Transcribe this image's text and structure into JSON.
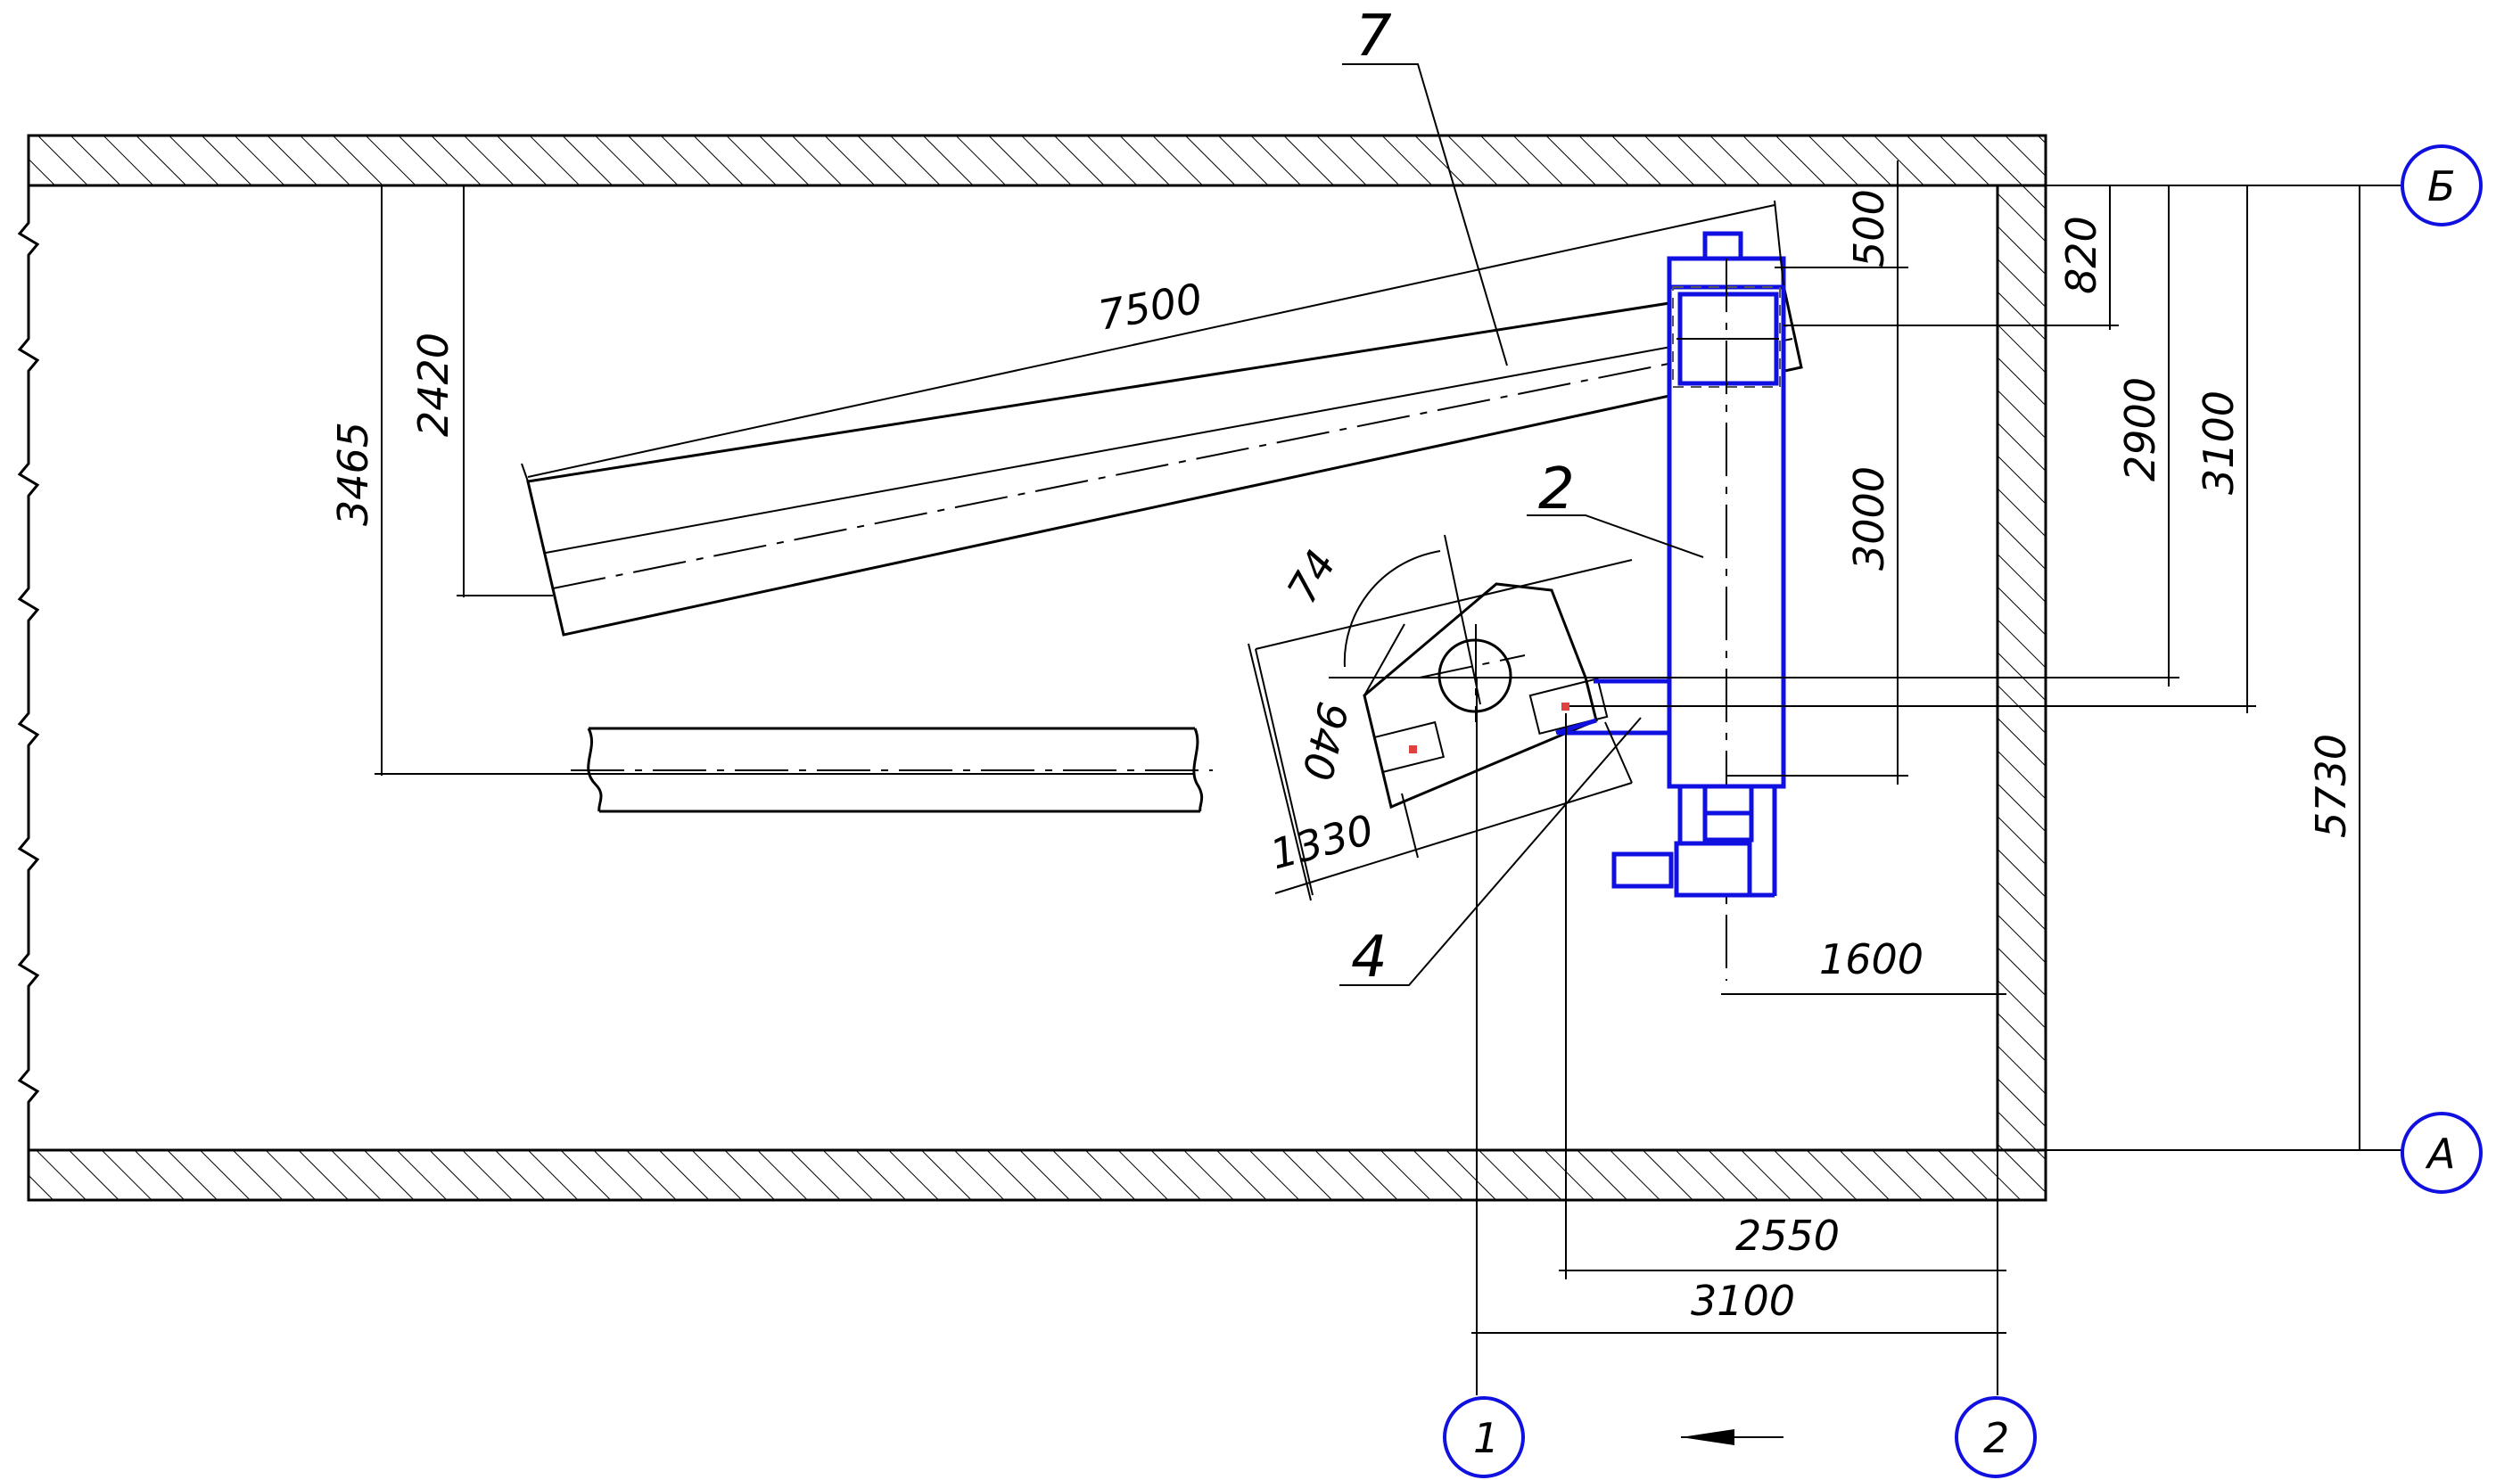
{
  "colors": {
    "equipment": "#1010e0",
    "lines": "#000000",
    "marker": "#e04040"
  },
  "axes": {
    "b": "Б",
    "a": "А",
    "one": "1",
    "two": "2"
  },
  "positions": {
    "conveyor": "7",
    "elevator": "2",
    "hopper": "4"
  },
  "dimensions": {
    "conveyor_length": "7500",
    "d2420": "2420",
    "d3465": "3465",
    "d500": "500",
    "d3000": "3000",
    "d820": "820",
    "d2900": "2900",
    "d3100_vertical": "3100",
    "d5730": "5730",
    "d1600": "1600",
    "d2550": "2550",
    "d3100_horizontal": "3100",
    "angle": "74",
    "d940": "940",
    "d1330": "1330"
  }
}
